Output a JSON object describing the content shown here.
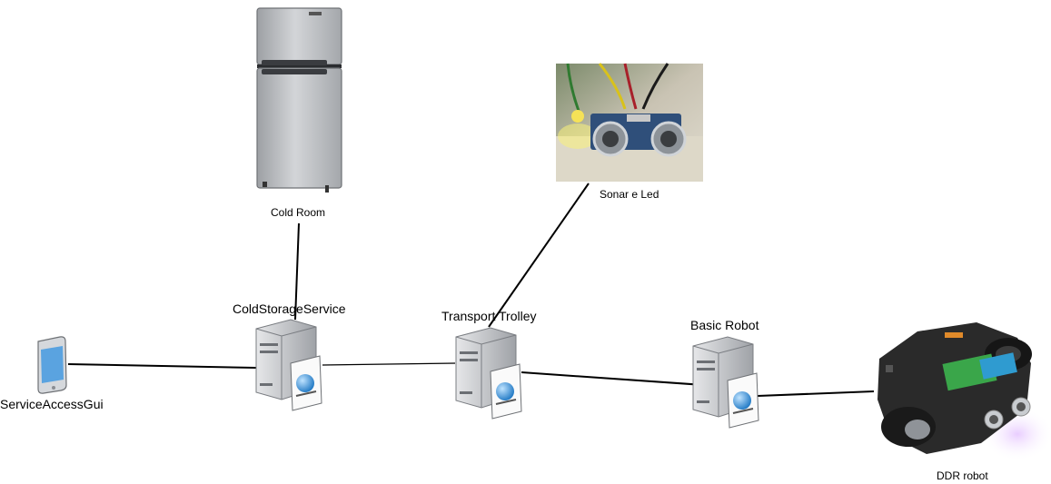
{
  "nodes": {
    "cold_room": {
      "label": "Cold Room"
    },
    "sonar": {
      "label": "Sonar e Led"
    },
    "cold_storage_service": {
      "label": "ColdStorageService"
    },
    "transport_trolley": {
      "label": "Transport Trolley"
    },
    "basic_robot": {
      "label": "Basic Robot"
    },
    "service_access_gui": {
      "label": "ServiceAccessGui"
    },
    "ddr_robot": {
      "label": "DDR robot"
    }
  },
  "icons": {
    "cold_room": "refrigerator-icon",
    "sonar": "sonar-led-breadboard-photo",
    "servers": "server-icon",
    "phone": "smartphone-icon",
    "robot": "robot-car-photo"
  },
  "colors": {
    "line": "#000000",
    "server_body": "#c6c8cc",
    "globe": "#2a8fd6",
    "phone_screen": "#5aa3e0",
    "fridge": "#b9bcc0",
    "robot_body": "#2a2a2a"
  }
}
